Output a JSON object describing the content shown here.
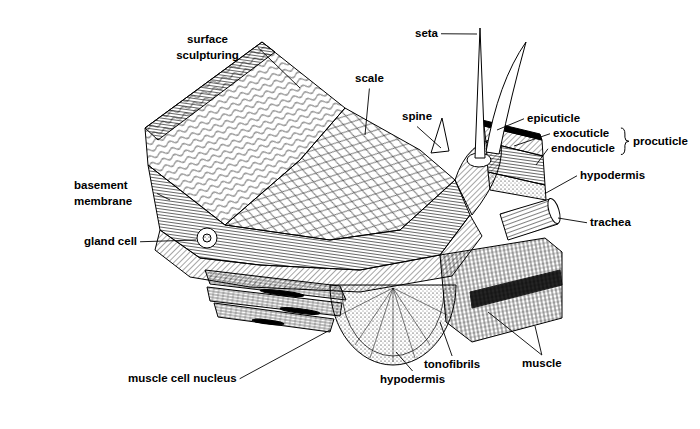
{
  "diagram": {
    "labels": [
      "seta",
      "surface sculpturing",
      "scale",
      "spine",
      "epicuticle",
      "procuticle",
      "exocuticle",
      "endocuticle",
      "hypodermis",
      "basement membrane",
      "trachea",
      "gland cell",
      "muscle",
      "tonofibrils",
      "muscle cell nucleus",
      "hypodermis"
    ]
  }
}
